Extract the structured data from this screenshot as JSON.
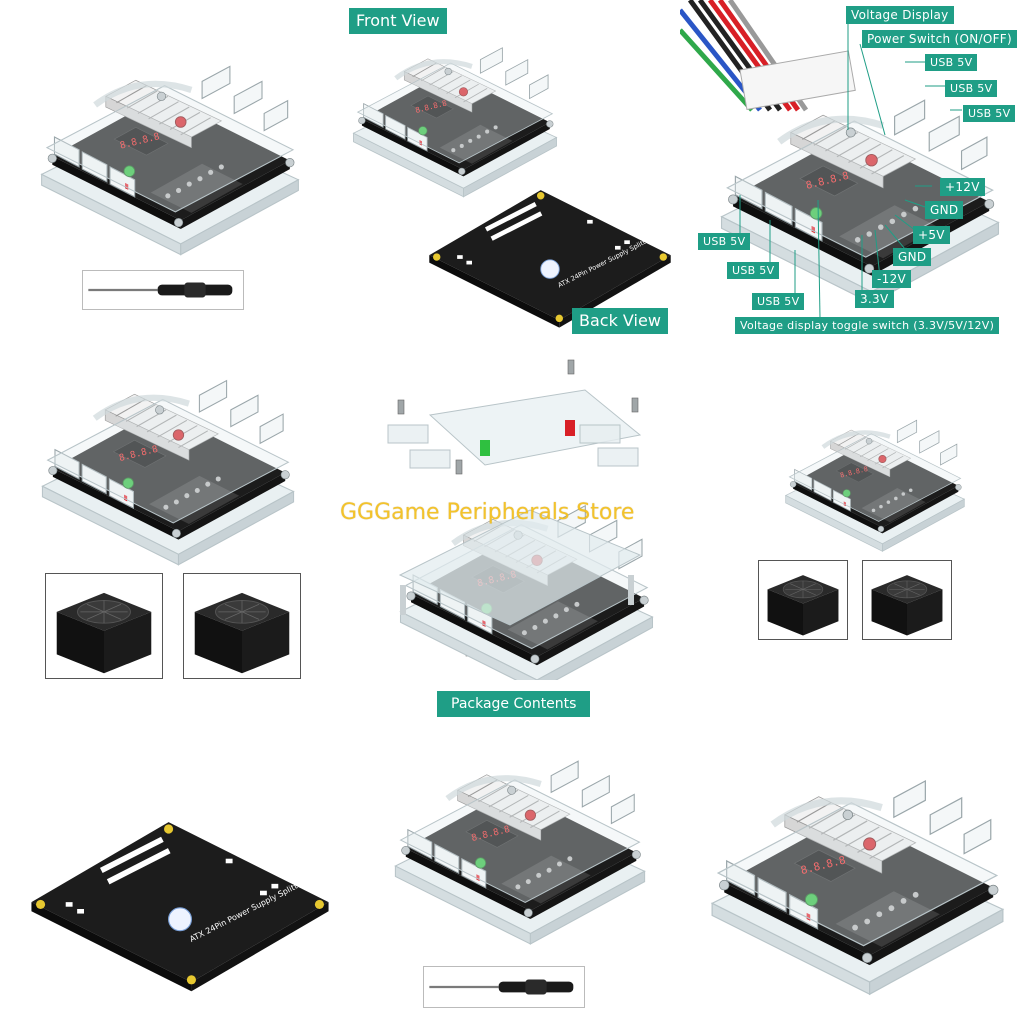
{
  "labels": {
    "front_view": "Front View",
    "back_view": "Back View",
    "package_contents": "Package Contents",
    "watermark": "GGGame Peripherals Store"
  },
  "callouts": {
    "voltage_display": "Voltage  Display",
    "power_switch": "Power  Switch  (ON/OFF)",
    "usb_r1": "USB  5V",
    "usb_r2": "USB  5V",
    "usb_r3": "USB  5V",
    "plus12v": "+12V",
    "gnd1": "GND",
    "plus5v": "+5V",
    "gnd2": "GND",
    "minus12v": "-12V",
    "v33": "3.3V",
    "usb_l1": "USB  5V",
    "usb_l2": "USB  5V",
    "usb_l3": "USB  5V",
    "toggle": "Voltage display toggle switch  (3.3V/5V/12V)"
  },
  "colors": {
    "accent": "#1f9e86",
    "board": "#1c1c1c",
    "acrylic": "#e6eef0",
    "terminal": "#8a8a8a",
    "switch_red": "#d81f26",
    "switch_green": "#2fc040",
    "led_red": "#e8232b",
    "watermark": "#f3c020"
  },
  "icons": [
    "screwdriver-icon",
    "power-supply-icon",
    "seven-segment-display-icon",
    "power-switch-icon",
    "toggle-switch-icon"
  ]
}
